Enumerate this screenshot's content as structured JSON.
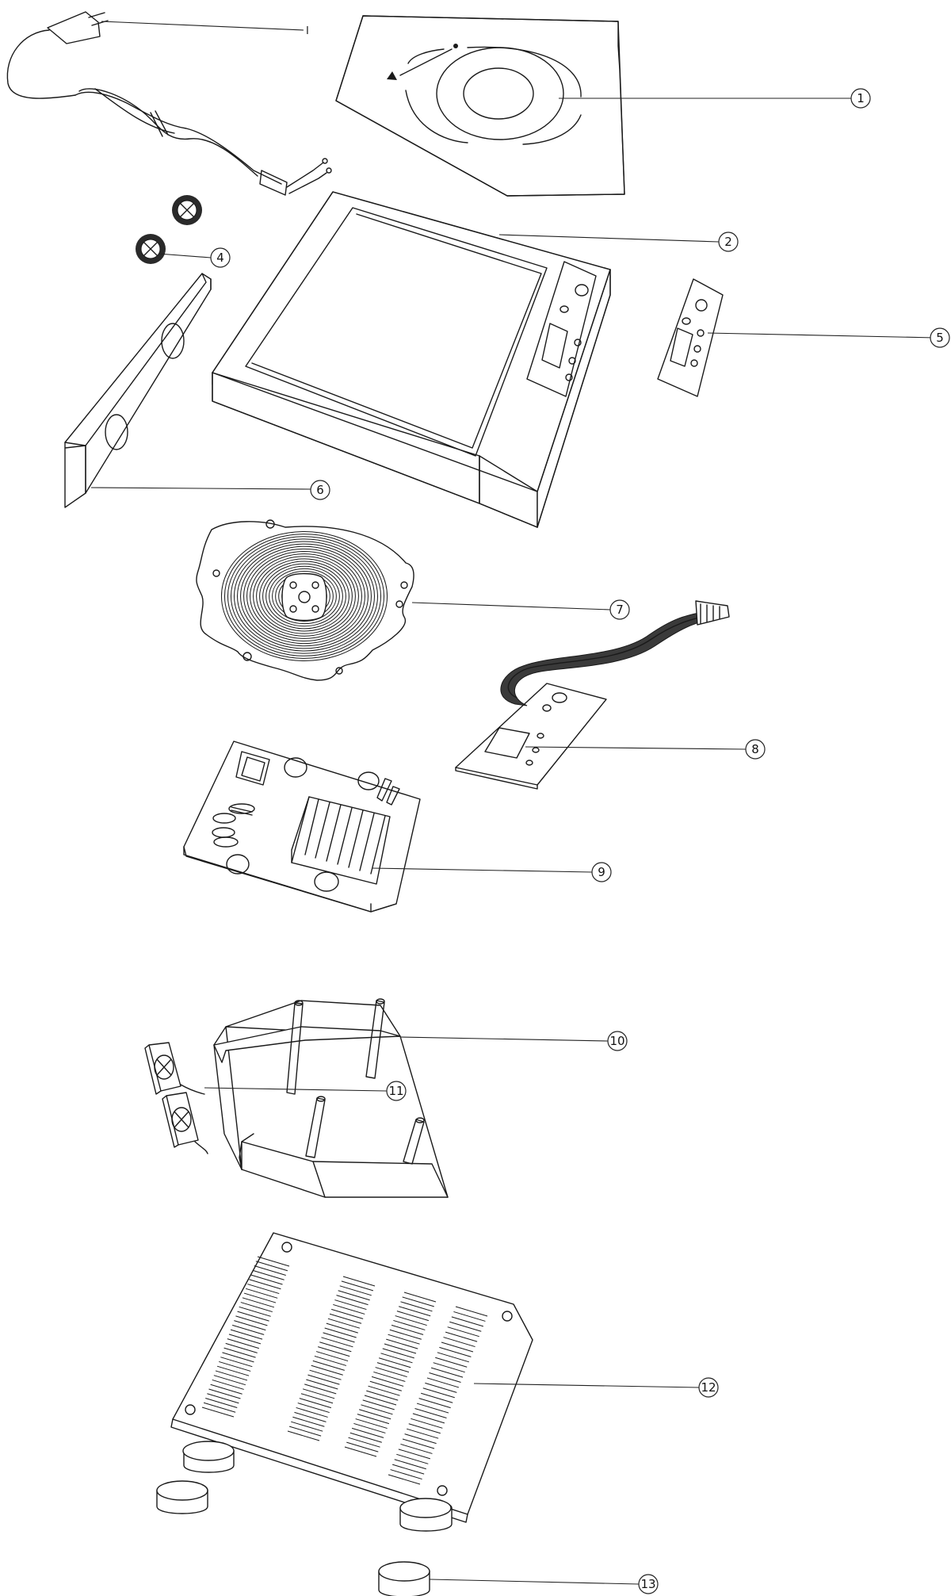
{
  "callouts": [
    {
      "key": "c1",
      "number": "1",
      "part": "glass top plate"
    },
    {
      "key": "c2",
      "number": "2",
      "part": "housing body"
    },
    {
      "key": "c4",
      "number": "4",
      "part": "grommets"
    },
    {
      "key": "c5",
      "number": "5",
      "part": "control panel label"
    },
    {
      "key": "c6",
      "number": "6",
      "part": "side bracket"
    },
    {
      "key": "c7",
      "number": "7",
      "part": "induction coil"
    },
    {
      "key": "c8",
      "number": "8",
      "part": "control board with ribbon cable"
    },
    {
      "key": "c9",
      "number": "9",
      "part": "main circuit board"
    },
    {
      "key": "c10",
      "number": "10",
      "part": "inner chassis frame"
    },
    {
      "key": "c11",
      "number": "11",
      "part": "cooling fans"
    },
    {
      "key": "c12",
      "number": "12",
      "part": "vented base plate"
    },
    {
      "key": "c13",
      "number": "13",
      "part": "rubber feet"
    }
  ],
  "cord_marker": "I",
  "colors": {
    "line": "#1a1a1a",
    "background": "#ffffff"
  }
}
